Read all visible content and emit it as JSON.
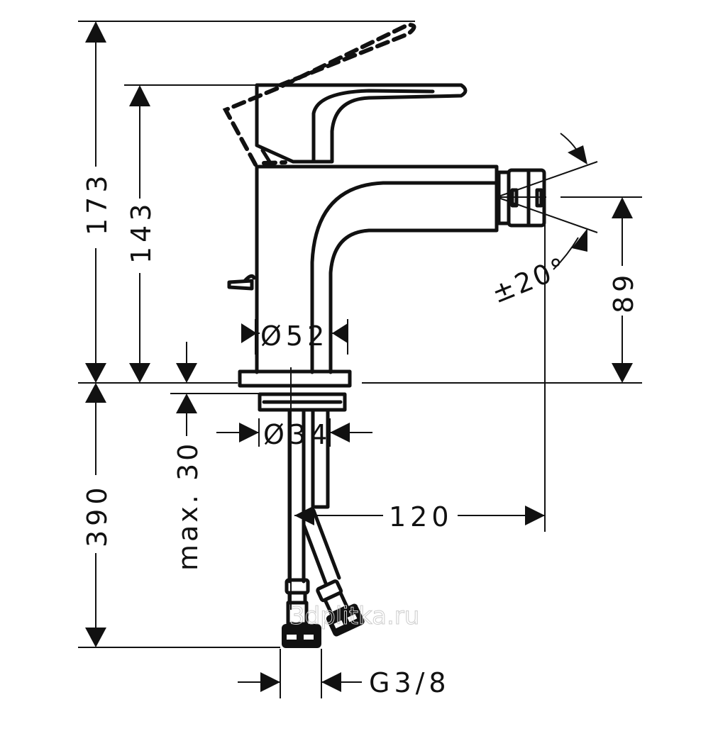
{
  "drawing": {
    "dimensions": {
      "total_height": "173",
      "body_height": "143",
      "max_thickness": "max. 30",
      "hose_length": "390",
      "spout_height": "89",
      "body_diameter": "Ø52",
      "mount_diameter": "Ø34",
      "reach": "120",
      "connection": "G3/8",
      "swivel_angle": "±20°"
    },
    "watermark": "3dplitka.ru",
    "colors": {
      "line": "#111111",
      "background": "#ffffff"
    }
  }
}
